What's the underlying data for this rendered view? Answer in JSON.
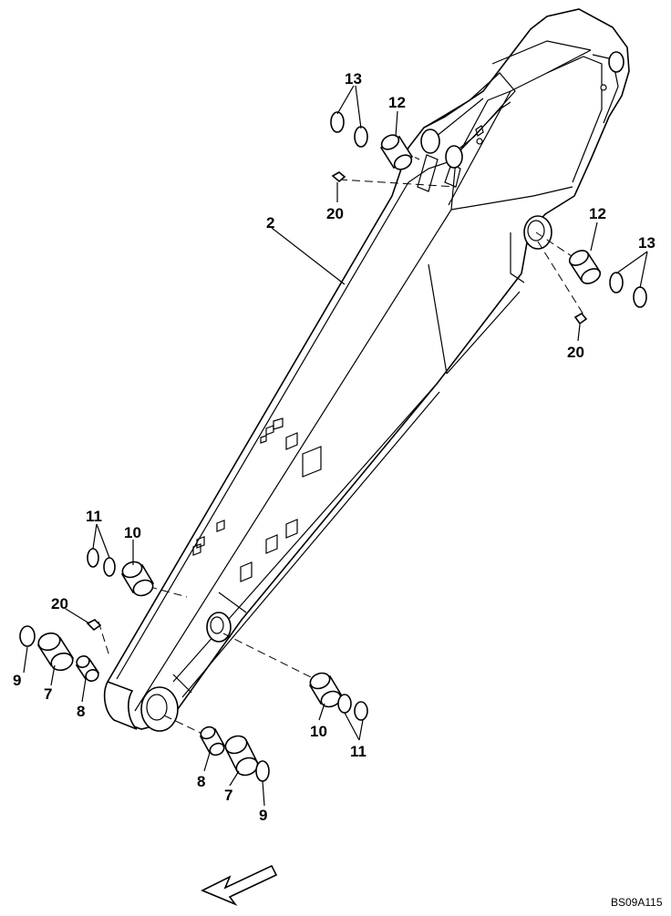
{
  "diagram": {
    "callouts": {
      "arm": "2",
      "bushing_a": "7",
      "collar_a": "8",
      "seal_a": "9",
      "bushing_b": "10",
      "seal_b": "11",
      "bushing_c": "12",
      "seal_c": "13",
      "grease_fitting": "20"
    },
    "drawing_code": "BS09A115",
    "direction_arrow_icon": "front-direction-arrow-icon"
  }
}
